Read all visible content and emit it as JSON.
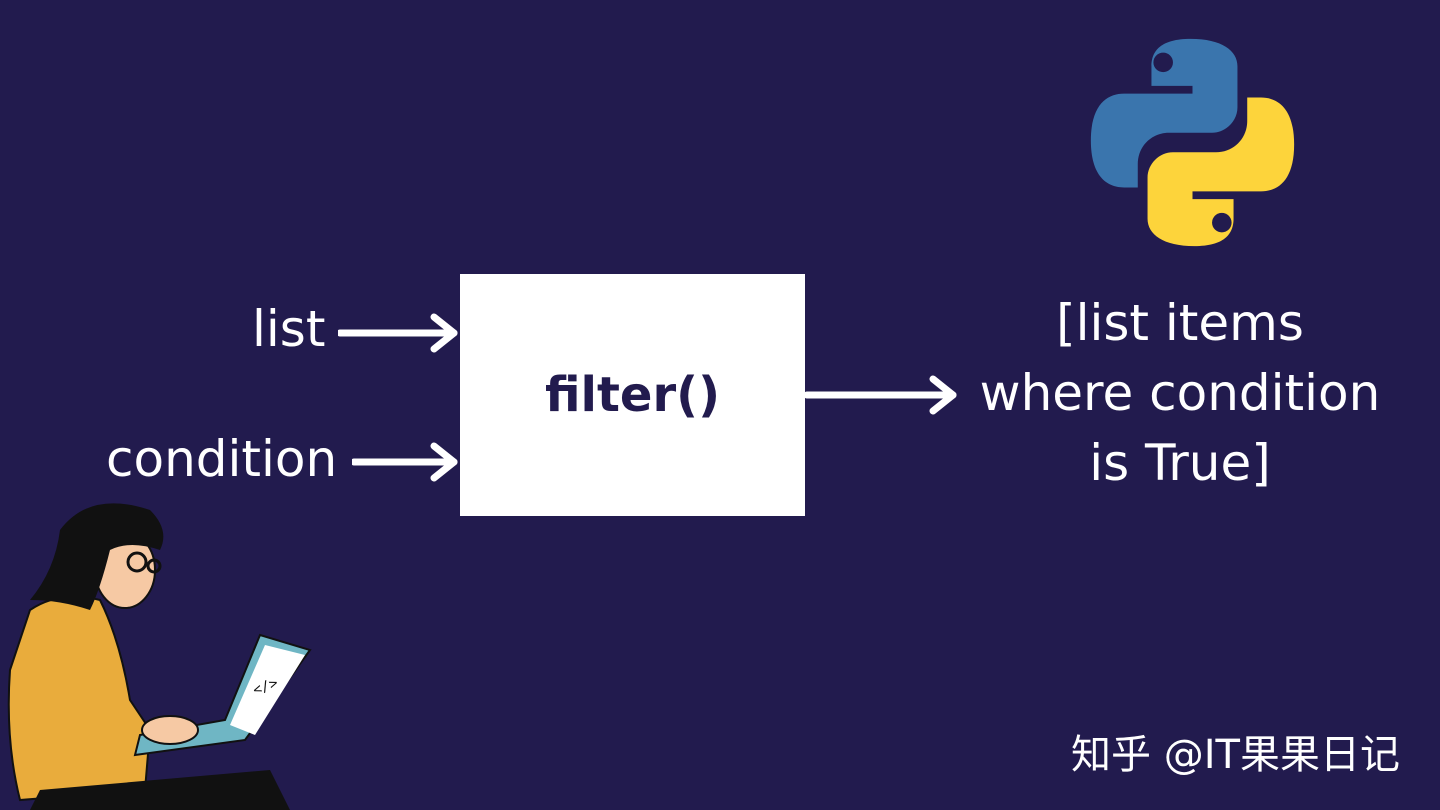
{
  "inputs": [
    {
      "label": "list"
    },
    {
      "label": "condition"
    }
  ],
  "function_box": {
    "label": "filter()"
  },
  "output": {
    "lines": [
      "[list items",
      "where condition",
      "is True]"
    ]
  },
  "watermark": "知乎 @IT果果日记",
  "colors": {
    "background": "#221b4e",
    "box": "#ffffff",
    "text": "#ffffff",
    "python_blue": "#3a75ad",
    "python_yellow": "#fdd43b"
  }
}
